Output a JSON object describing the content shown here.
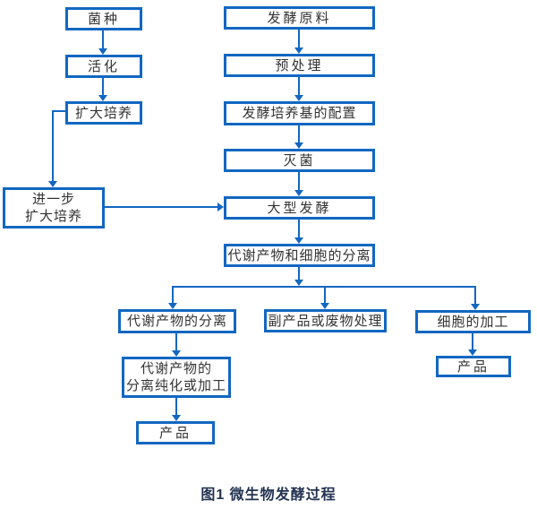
{
  "diagram": {
    "title_caption": "图1 微生物发酵过程",
    "colors": {
      "line_and_border": "#1267c1",
      "box_text": "#333333",
      "caption_text": "#233250",
      "background": "#ffffff"
    },
    "nodes": {
      "strain": {
        "label": "菌种"
      },
      "activation": {
        "label": "活化"
      },
      "expand_culture": {
        "label": "扩大培养"
      },
      "further_expand": {
        "line1": "进一步",
        "line2": "扩大培养"
      },
      "raw_material": {
        "label": "发酵原料"
      },
      "pretreatment": {
        "label": "预处理"
      },
      "medium_prep": {
        "label": "发酵培养基的配置"
      },
      "sterilization": {
        "label": "灭菌"
      },
      "large_fermentation": {
        "label": "大型发酵"
      },
      "separation": {
        "label": "代谢产物和细胞的分离"
      },
      "metabolite_separation": {
        "label": "代谢产物的分离"
      },
      "byproduct_treatment": {
        "label": "副产品或废物处理"
      },
      "cell_processing": {
        "label": "细胞的加工"
      },
      "purification": {
        "line1": "代谢产物的",
        "line2": "分离纯化或加工"
      },
      "product_left": {
        "label": "产品"
      },
      "product_right": {
        "label": "产品"
      }
    },
    "edges": [
      "菌种→活化",
      "活化→扩大培养",
      "扩大培养→进一步扩大培养",
      "进一步扩大培养→大型发酵",
      "发酵原料→预处理",
      "预处理→发酵培养基的配置",
      "发酵培养基的配置→灭菌",
      "灭菌→大型发酵",
      "大型发酵→代谢产物和细胞的分离",
      "代谢产物和细胞的分离→代谢产物的分离",
      "代谢产物和细胞的分离→副产品或废物处理",
      "代谢产物和细胞的分离→细胞的加工",
      "代谢产物的分离→代谢产物的分离纯化或加工",
      "代谢产物的分离纯化或加工→产品",
      "细胞的加工→产品"
    ]
  }
}
